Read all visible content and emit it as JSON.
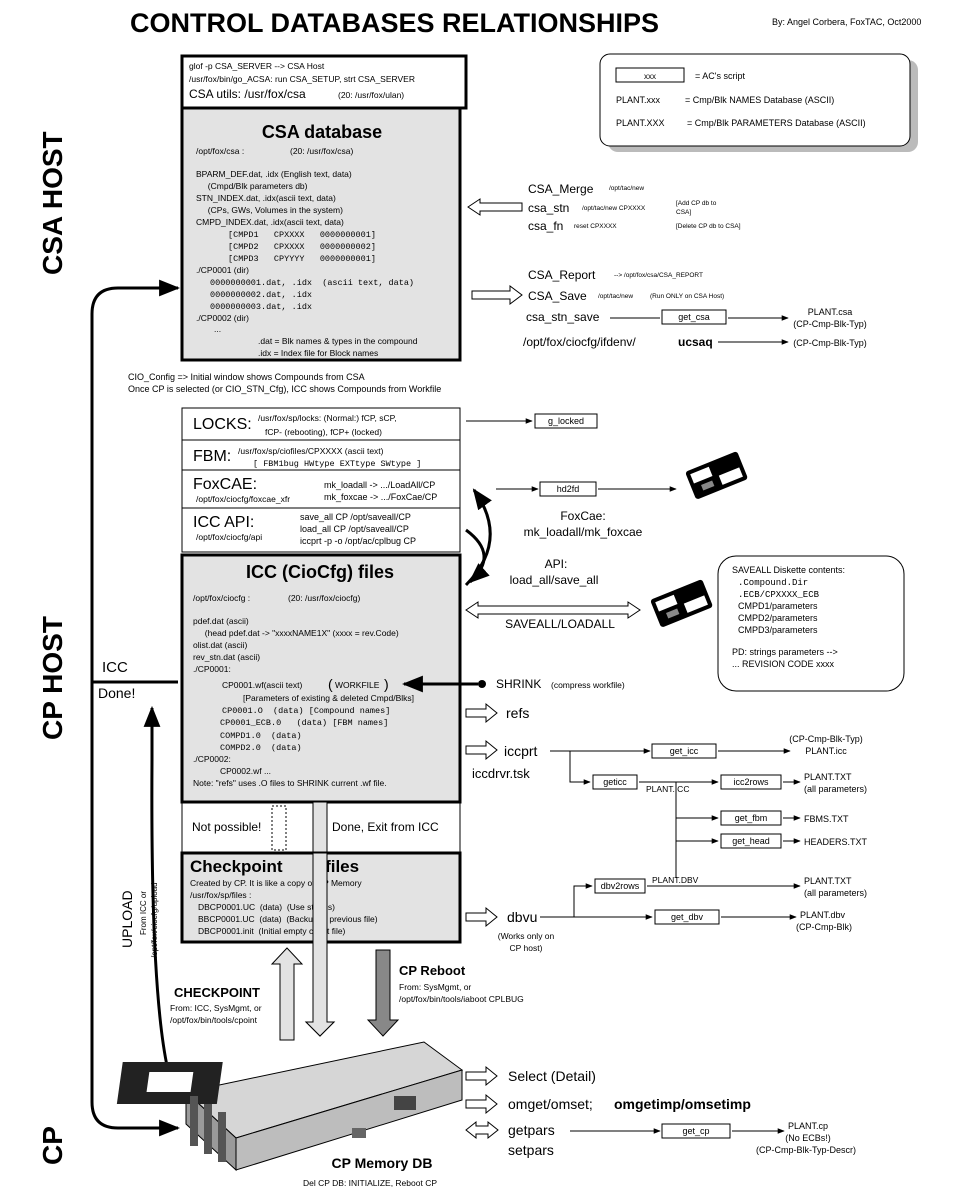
{
  "title": "CONTROL DATABASES RELATIONSHIPS",
  "author": "By: Angel Corbera, FoxTAC, Oct2000",
  "sections": {
    "csa_host": "CSA HOST",
    "cp_host": "CP HOST",
    "cp": "CP"
  },
  "legend": {
    "script_box": "xxx",
    "script_desc": "= AC's script",
    "names_db_key": "PLANT.xxx",
    "names_db_desc": "=    Cmp/Blk NAMES Database (ASCII)",
    "params_db_key": "PLANT.XXX",
    "params_db_desc": "=    Cmp/Blk PARAMETERS Database (ASCII)"
  },
  "csa_host_box": {
    "line1": "glof -p CSA_SERVER -->  CSA Host",
    "line2": "/usr/fox/bin/go_ACSA:  run CSA_SETUP, strt CSA_SERVER",
    "line3a": "CSA utils:  /usr/fox/csa",
    "line3b": "(20: /usr/fox/ulan)"
  },
  "csa_db": {
    "title": "CSA database",
    "path": "/opt/fox/csa :",
    "path20": "(20: /usr/fox/csa)",
    "lines": [
      "BPARM_DEF.dat, .idx (English text, data)",
      "     (Cmpd/Blk parameters db)",
      "STN_INDEX.dat, .idx(ascii text, data)",
      "     (CPs, GWs, Volumes in the system)",
      "CMPD_INDEX.dat, .idx(ascii text, data)"
    ],
    "cmpd_lines": [
      "[CMPD1   CPXXXX   0000000001]",
      "[CMPD2   CPXXXX   0000000002]",
      "[CMPD3   CPYYYY   0000000001]"
    ],
    "dir1": "./CP0001 (dir)",
    "files": [
      "0000000001.dat, .idx  (ascii text, data)",
      "0000000002.dat, .idx",
      "0000000003.dat, .idx"
    ],
    "dir2": "./CP0002 (dir)",
    "ellipsis": "...",
    "note1": ".dat = Blk names & types in the compound",
    "note2": ".idx = Index file for Block names"
  },
  "csa_right": {
    "merge": "CSA_Merge",
    "merge_path": "/opt/tac/new",
    "stn": "csa_stn",
    "stn_path": "/opt/tac/new  CPXXXX",
    "stn_note1": "[Add CP db to",
    "stn_note2": "CSA]",
    "fn": "csa_fn",
    "fn_path": "reset CPXXXX",
    "fn_note": "[Delete CP db to CSA]",
    "report": "CSA_Report",
    "report_path": "--> /opt/fox/csa/CSA_REPORT",
    "save": "CSA_Save",
    "save_path": "/opt/tac/new",
    "save_note": "(Run ONLY on CSA Host)",
    "stn_save": "csa_stn_save",
    "get_csa": "get_csa",
    "plant_csa": "PLANT.csa",
    "plant_csa_sub": "(CP-Cmp-Blk-Typ)",
    "ifdenv": "/opt/fox/ciocfg/ifdenv/",
    "ucsaq": "ucsaq",
    "ucsaq_out": "(CP-Cmp-Blk-Typ)"
  },
  "cio_note": {
    "line1": "CIO_Config => Initial window shows Compounds from CSA",
    "line2": "Once CP is selected (or CIO_STN_Cfg), ICC shows Compounds from Workfile"
  },
  "locks": {
    "title": "LOCKS:",
    "l1": "/usr/fox/sp/locks:    (Normal:) fCP, sCP,",
    "l2": "fCP- (rebooting), fCP+ (locked)",
    "script": "g_locked"
  },
  "fbm": {
    "title": "FBM:",
    "l1": "/usr/fox/sp/ciofiles/CPXXXX      (ascii text)",
    "l2": "[ FBM1bug HWtype EXTtype SWtype ]"
  },
  "foxcae": {
    "title": "FoxCAE:",
    "path": "/opt/fox/ciocfg/foxcae_xfr",
    "l1": "mk_loadall -> .../LoadAll/CP",
    "l2": "mk_foxcae -> .../FoxCae/CP",
    "script": "hd2fd",
    "label1": "FoxCae:",
    "label2": "mk_loadall/mk_foxcae"
  },
  "icc_api": {
    "title": "ICC API:",
    "path": "/opt/fox/ciocfg/api",
    "l1": "save_all CP /opt/saveall/CP",
    "l2": "load_all CP /opt/saveall/CP",
    "l3": "iccprt -p -o /opt/ac/cplbug CP",
    "label1": "API:",
    "label2": "load_all/save_all"
  },
  "icc": {
    "title": "ICC (CioCfg) files",
    "path": "/opt/fox/ciocfg  :",
    "path20": "(20: /usr/fox/ciocfg)",
    "lines": [
      "pdef.dat (ascii)",
      "     (head pdef.dat -> \"xxxxNAME1X\" (xxxx = rev.Code)",
      "olist.dat (ascii)",
      "rev_stn.dat (ascii)",
      "./CP0001:"
    ],
    "wf": "CP0001.wf(ascii text)",
    "workfile": "WORKFILE",
    "wf_note": "[Parameters of existing & deleted Cmpd/Blks]",
    "files": [
      "CP0001.O  (data) [Compound names]",
      "CP0001_ECB.0   (data) [FBM names]",
      "COMPD1.0  (data)",
      "COMPD2.0  (data)"
    ],
    "dir2": "./CP0002:",
    "wf2": "CP0002.wf ...",
    "note": "Note: \"refs\" uses .O files to SHRINK current .wf file."
  },
  "saveall": {
    "label": "SAVEALL/LOADALL",
    "title": "SAVEALL Diskette contents:",
    "items": [
      ".Compound.Dir",
      ".ECB/CPXXXX_ECB",
      "CMPD1/parameters",
      "CMPD2/parameters",
      "CMPD3/parameters"
    ],
    "pd1": "PD: strings parameters -->",
    "pd2": "... REVISION CODE xxxx"
  },
  "shrink": {
    "label": "SHRINK",
    "sub": "(compress workfile)"
  },
  "refs": "refs",
  "iccprt": {
    "label": "iccprt",
    "drv": "iccdrvr.tsk",
    "get_icc": "get_icc",
    "get_icc_out1": "(CP-Cmp-Blk-Typ)",
    "get_icc_out2": "PLANT.icc",
    "geticc": "geticc",
    "plant_icc": "PLANT.ICC",
    "icc2rows": "icc2rows",
    "plant_txt": "PLANT.TXT",
    "all_params": "(all parameters)",
    "get_fbm": "get_fbm",
    "fbms_txt": "FBMS.TXT",
    "get_head": "get_head",
    "headers_txt": "HEADERS.TXT"
  },
  "icc_side": {
    "icc": "ICC",
    "done": "Done!"
  },
  "status": {
    "not_possible": "Not possible!",
    "done_exit": "Done, Exit from ICC"
  },
  "checkpoint": {
    "title": "Checkpoint         files",
    "l1": "Created by CP. It is like a copy of CP Memory",
    "l2": "/usr/fox/sp/files :",
    "files": [
      "DBCP0001.UC  (data)  (Use strings)",
      "BBCP0001.UC  (data)  (Backup of previous file)",
      "DBCP0001.init  (Initial empty chkpt file)"
    ]
  },
  "dbvu": {
    "label": "dbvu",
    "note1": "(Works only on",
    "note2": "CP host)",
    "dbv2rows": "dbv2rows",
    "plant_dbv": "PLANT.DBV",
    "plant_txt": "PLANT.TXT",
    "all_params": "(all parameters)",
    "get_dbv": "get_dbv",
    "plant_dbv_out": "PLANT.dbv",
    "plant_dbv_sub": "(CP-Cmp-Blk)"
  },
  "upload": {
    "label": "UPLOAD",
    "from1": "From ICC or",
    "from2": "/opt/fox/ciocfg/upload"
  },
  "cp_checkpoint": {
    "title": "CHECKPOINT",
    "l1": "From: ICC, SysMgmt, or",
    "l2": "/opt/fox/bin/tools/cpoint"
  },
  "cp_reboot": {
    "title": "CP Reboot",
    "l1": "From: SysMgmt, or",
    "l2": "/opt/fox/bin/tools/iaboot CPLBUG"
  },
  "cp_mem": {
    "title": "CP Memory DB",
    "sub": "Del CP DB: INITIALIZE, Reboot CP"
  },
  "cp_right": {
    "select": "Select (Detail)",
    "omget": "omget/omset;",
    "omgetimp": "omgetimp/omsetimp",
    "getpars": "getpars",
    "setpars": "setpars",
    "get_cp": "get_cp",
    "plant_cp": "PLANT.cp",
    "no_ecbs": "(No ECBs!)",
    "desc": "(CP-Cmp-Blk-Typ-Descr)"
  }
}
